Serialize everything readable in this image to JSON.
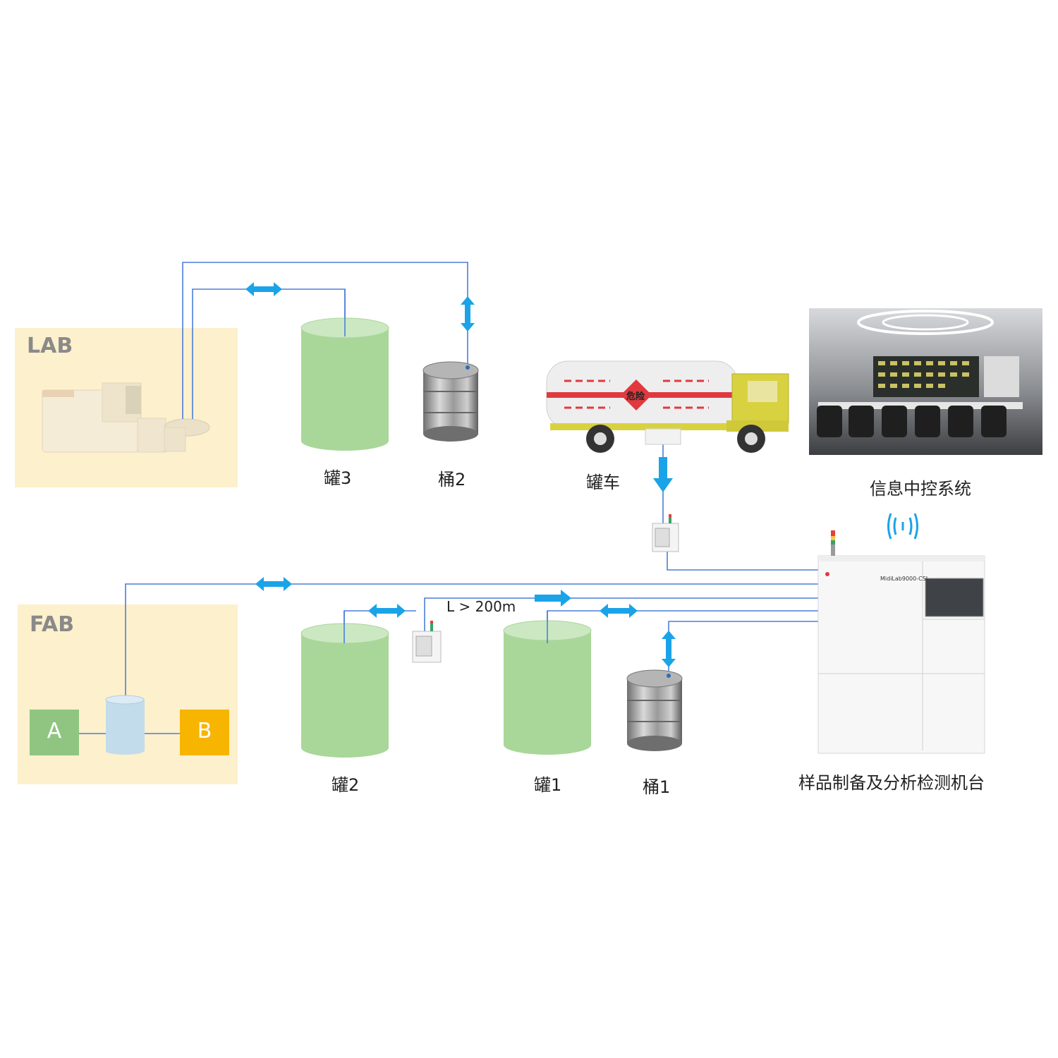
{
  "zones": {
    "lab": "LAB",
    "fab": "FAB"
  },
  "equipment": {
    "tank3": "罐3",
    "drum2": "桶2",
    "tanker": "罐车",
    "tanker_hazard": "危险",
    "control_system": "信息中控系统",
    "tank2": "罐2",
    "tank1": "罐1",
    "drum1": "桶1",
    "workstation": "样品制备及分析检测机台",
    "workstation_model": "MidiLab9000-CSI",
    "fab_box_a": "A",
    "fab_box_b": "B"
  },
  "pipeline_note": "L > 200m",
  "colors": {
    "zone_fill": "#fdf0cc",
    "tank_green": "#a9d79a",
    "pipe_blue": "#4a7fd8",
    "arrow_blue": "#1ba3e8",
    "box_a": "#8fc581",
    "box_b": "#f7b500",
    "fab_vessel": "#c3dcec"
  }
}
